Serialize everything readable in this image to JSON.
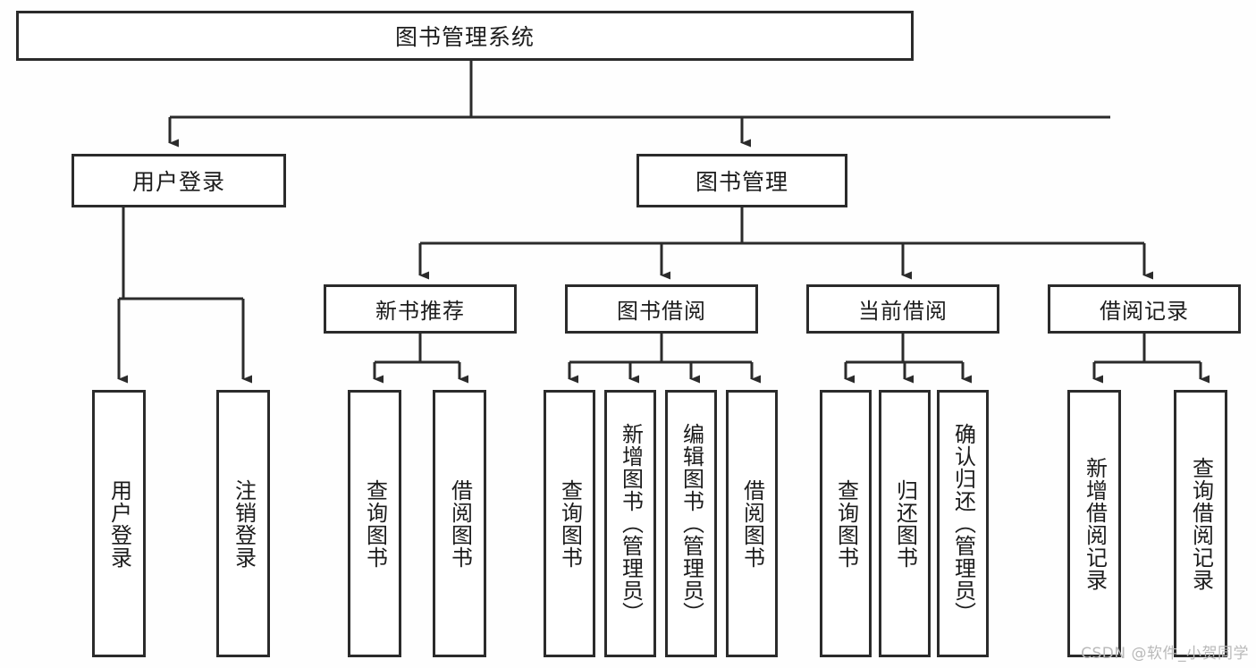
{
  "diagram": {
    "title": "图书管理系统",
    "type": "tree-hierarchy",
    "root": {
      "label": "图书管理系统"
    },
    "level2": [
      {
        "label": "用户登录"
      },
      {
        "label": "图书管理"
      }
    ],
    "level3": [
      {
        "label": "新书推荐"
      },
      {
        "label": "图书借阅"
      },
      {
        "label": "当前借阅"
      },
      {
        "label": "借阅记录"
      }
    ],
    "leaves": {
      "user_login": [
        {
          "label": "用户登录"
        },
        {
          "label": "注销登录"
        }
      ],
      "new_book_recommend": [
        {
          "label": "查询图书"
        },
        {
          "label": "借阅图书"
        }
      ],
      "book_borrow": [
        {
          "label": "查询图书"
        },
        {
          "label": "新增图书（管理员）"
        },
        {
          "label": "编辑图书（管理员）"
        },
        {
          "label": "借阅图书"
        }
      ],
      "current_borrow": [
        {
          "label": "查询图书"
        },
        {
          "label": "归还图书"
        },
        {
          "label": "确认归还（管理员）"
        }
      ],
      "borrow_record": [
        {
          "label": "新增借阅记录"
        },
        {
          "label": "查询借阅记录"
        }
      ]
    }
  },
  "watermark": {
    "text": "CSDN @软件_小贺同学"
  },
  "colors": {
    "border": "#2b2b2b",
    "node_fill": "#ffffff",
    "background": "#fefefe",
    "text": "#1c1c1c",
    "watermark": "#b9b9b9"
  }
}
